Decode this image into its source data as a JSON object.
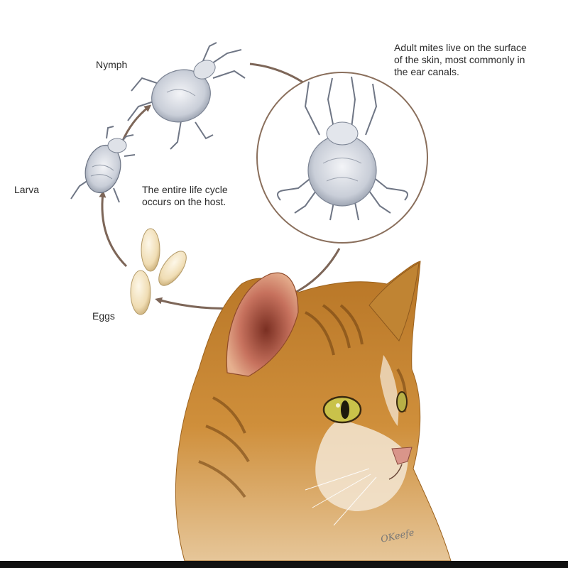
{
  "labels": {
    "nymph": "Nymph",
    "larva": "Larva",
    "eggs": "Eggs",
    "adult_line1": "Adult mites live on the surface",
    "adult_line2": "of the skin, most commonly in",
    "adult_line3": "the ear canals.",
    "cycle_line1": "The entire life cycle",
    "cycle_line2": "occurs on the host."
  },
  "signature": "OKeefe",
  "colors": {
    "arrow": "#7d6658",
    "mite_body": "#c9ced8",
    "egg": "#f0ddb4",
    "cat_fur": "#c8862f",
    "cat_eye": "#c9c24a",
    "cat_nose": "#d9958a"
  }
}
